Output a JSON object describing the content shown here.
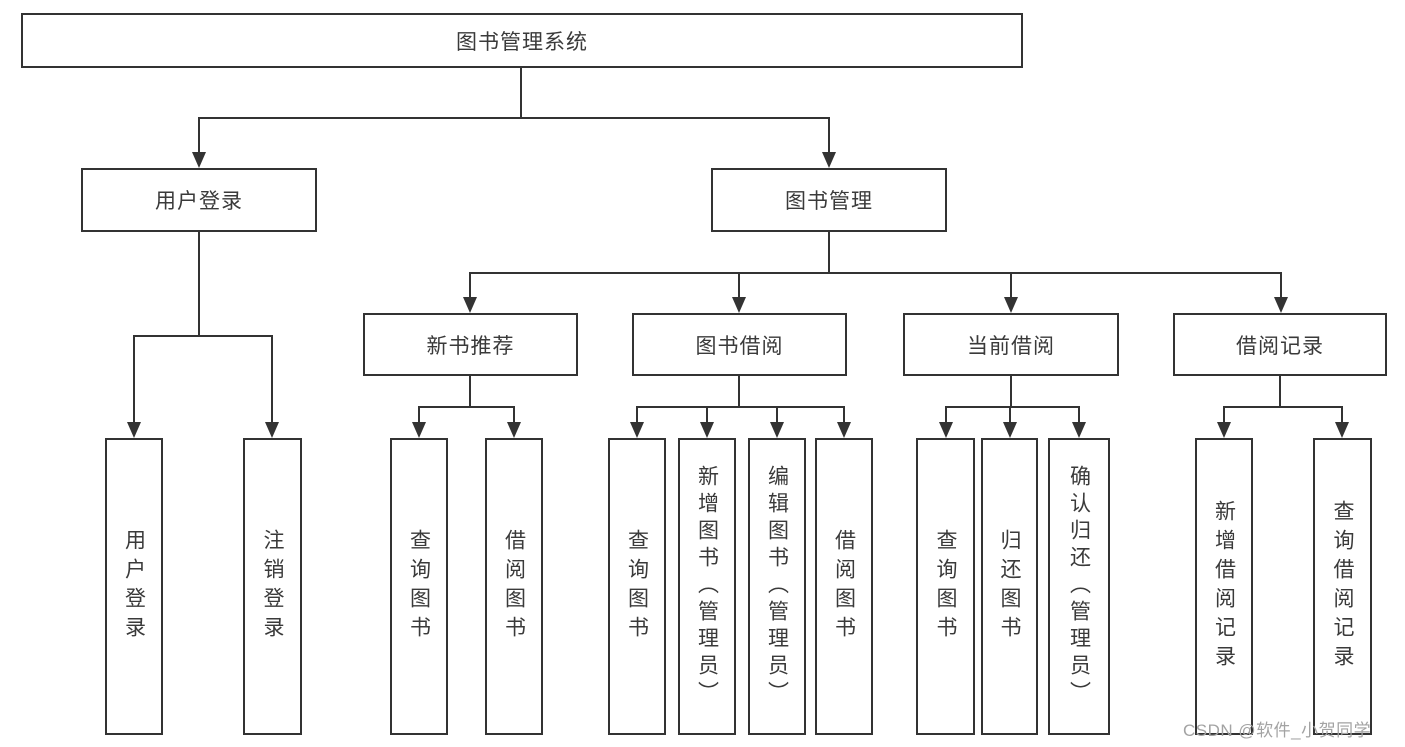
{
  "diagram": {
    "type": "hierarchy-tree",
    "root": "图书管理系统",
    "level2": {
      "user_login": "用户登录",
      "book_mgmt": "图书管理"
    },
    "level3": {
      "new_books": "新书推荐",
      "borrowing": "图书借阅",
      "current": "当前借阅",
      "records": "借阅记录"
    },
    "leaves": {
      "login": "用户登录",
      "logout": "注销登录",
      "nb_query": "查询图书",
      "nb_borrow": "借阅图书",
      "bw_query": "查询图书",
      "bw_add": "新增图书（管理员）",
      "bw_edit": "编辑图书（管理员）",
      "bw_borrow": "借阅图书",
      "cur_query": "查询图书",
      "cur_return": "归还图书",
      "cur_confirm": "确认归还（管理员）",
      "rec_add": "新增借阅记录",
      "rec_query": "查询借阅记录"
    },
    "watermark": "CSDN @软件_小贺同学"
  },
  "colors": {
    "line": "#333333",
    "text": "#3a3a3a",
    "background": "#ffffff",
    "watermark": "#a3a3a3"
  }
}
